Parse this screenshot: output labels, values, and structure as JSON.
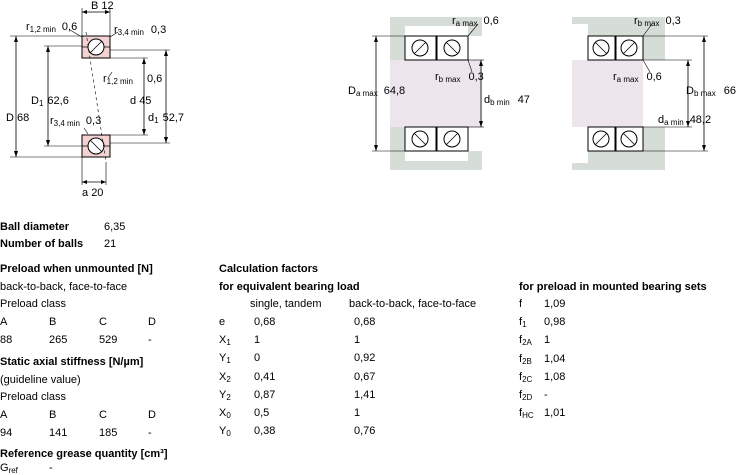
{
  "drawing1": {
    "b_label": "B",
    "b_value": "12",
    "r12_label": "r",
    "r12_sub": "1,2 min",
    "r12_value": "0,6",
    "r34_label": "r",
    "r34_sub": "3,4 min",
    "r34_value": "0,3",
    "r12b_label": "r",
    "r12b_sub": "1,2 min",
    "r12b_value": "0,6",
    "d_label": "D",
    "d_value": "68",
    "d1_big_label": "D",
    "d1_big_sub": "1",
    "d1_big_value": "62,6",
    "small_d_label": "d",
    "small_d_value": "45",
    "d1_small_label": "d",
    "d1_small_sub": "1",
    "d1_small_value": "52,7",
    "r34b_label": "r",
    "r34b_sub": "3,4 min",
    "r34b_value": "0,3",
    "a_label": "a",
    "a_value": "20"
  },
  "drawing2": {
    "ra_label": "r",
    "ra_sub": "a max",
    "ra_value": "0,6",
    "rb_label": "r",
    "rb_sub": "b max",
    "rb_value": "0,3",
    "Da_label": "D",
    "Da_sub": "a max",
    "Da_value": "64,8",
    "db_label": "d",
    "db_sub": "b min",
    "db_value": "47"
  },
  "drawing3": {
    "rb_label": "r",
    "rb_sub": "b max",
    "rb_value": "0,3",
    "ra_label": "r",
    "ra_sub": "a max",
    "ra_value": "0,6",
    "Db_label": "D",
    "Db_sub": "b max",
    "Db_value": "66",
    "da_label": "d",
    "da_sub": "a min",
    "da_value": "48,2"
  },
  "ball": {
    "diameter_label": "Ball diameter",
    "diameter_value": "6,35",
    "count_label": "Number of balls",
    "count_value": "21"
  },
  "preload": {
    "heading": "Preload when unmounted [N]",
    "arrangement": "back-to-back, face-to-face",
    "class_label": "Preload class",
    "classes": [
      "A",
      "B",
      "C",
      "D"
    ],
    "values": [
      "88",
      "265",
      "529",
      "-"
    ]
  },
  "stiffness": {
    "heading": "Static axial stiffness [N/µm]",
    "note": "(guideline value)",
    "class_label": "Preload class",
    "classes": [
      "A",
      "B",
      "C",
      "D"
    ],
    "values": [
      "94",
      "141",
      "185",
      "-"
    ]
  },
  "grease": {
    "heading": "Reference grease quantity [cm³]",
    "symbol": "G",
    "symbol_sub": "ref",
    "value": "-"
  },
  "calc": {
    "heading1": "Calculation factors",
    "heading2": "for equivalent bearing load",
    "col1": "single, tandem",
    "col2": "back-to-back, face-to-face",
    "rows": [
      {
        "sym": "e",
        "sub": "",
        "v1": "0,68",
        "v2": "0,68"
      },
      {
        "sym": "X",
        "sub": "1",
        "v1": "1",
        "v2": "1"
      },
      {
        "sym": "Y",
        "sub": "1",
        "v1": "0",
        "v2": "0,92"
      },
      {
        "sym": "X",
        "sub": "2",
        "v1": "0,41",
        "v2": "0,67"
      },
      {
        "sym": "Y",
        "sub": "2",
        "v1": "0,87",
        "v2": "1,41"
      },
      {
        "sym": "X",
        "sub": "0",
        "v1": "0,5",
        "v2": "1"
      },
      {
        "sym": "Y",
        "sub": "0",
        "v1": "0,38",
        "v2": "0,76"
      }
    ]
  },
  "mounted": {
    "heading": "for preload in mounted bearing sets",
    "rows": [
      {
        "sym": "f",
        "sub": "",
        "v": "1,09"
      },
      {
        "sym": "f",
        "sub": "1",
        "v": "0,98"
      },
      {
        "sym": "f",
        "sub": "2A",
        "v": "1"
      },
      {
        "sym": "f",
        "sub": "2B",
        "v": "1,04"
      },
      {
        "sym": "f",
        "sub": "2C",
        "v": "1,08"
      },
      {
        "sym": "f",
        "sub": "2D",
        "v": "-"
      },
      {
        "sym": "f",
        "sub": "HC",
        "v": "1,01"
      }
    ]
  },
  "colors": {
    "ring_fill": "#f3d2d2",
    "housing_fill": "#d6dcd6",
    "line": "#000000"
  }
}
